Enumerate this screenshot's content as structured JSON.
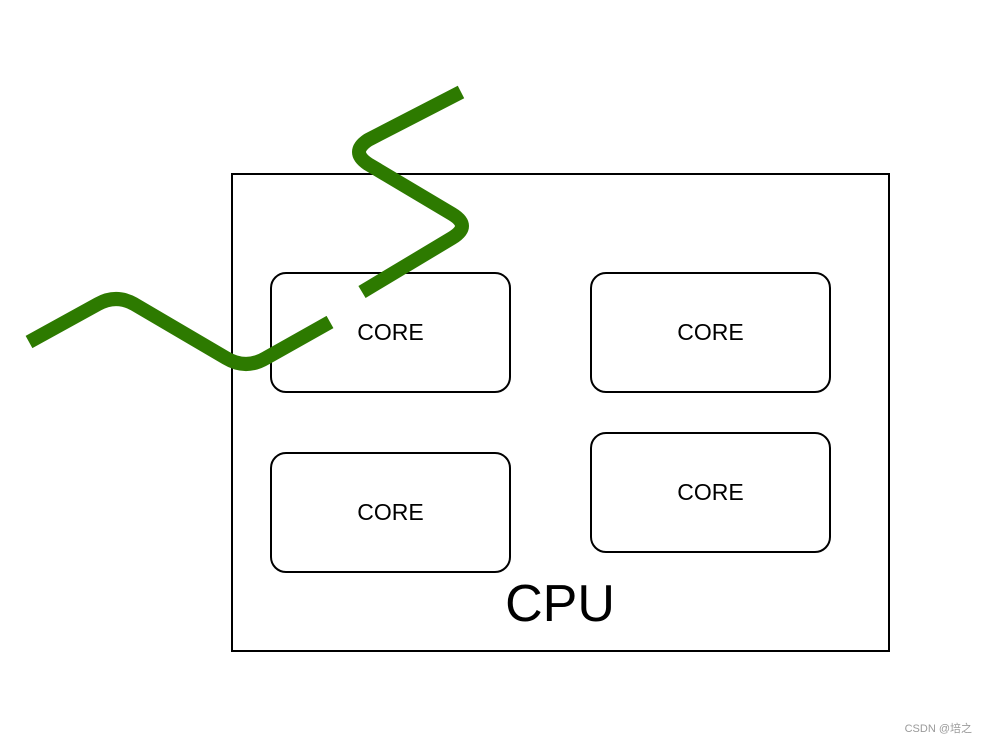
{
  "diagram": {
    "cpu_label": "CPU",
    "cores": [
      {
        "label": "CORE"
      },
      {
        "label": "CORE"
      },
      {
        "label": "CORE"
      },
      {
        "label": "CORE"
      }
    ],
    "thread_color": "#2d7a00",
    "border_color": "#000000"
  },
  "watermark": {
    "text": "CSDN @培之"
  }
}
